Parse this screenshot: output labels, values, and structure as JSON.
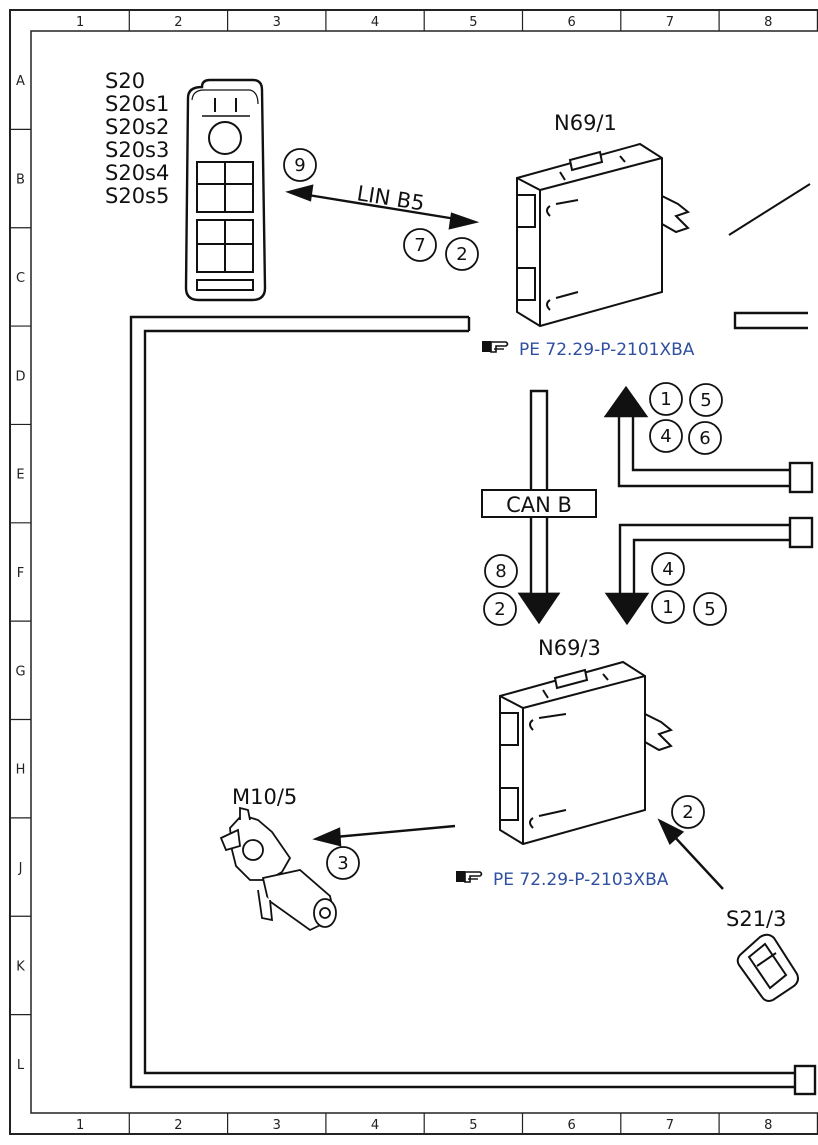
{
  "grid": {
    "columns": [
      "1",
      "2",
      "3",
      "4",
      "5",
      "6",
      "7",
      "8"
    ],
    "rows": [
      "A",
      "B",
      "C",
      "D",
      "E",
      "F",
      "G",
      "H",
      "J",
      "K",
      "L"
    ]
  },
  "components": {
    "s20_group": [
      "S20",
      "S20s1",
      "S20s2",
      "S20s3",
      "S20s4",
      "S20s5"
    ],
    "n69_1": "N69/1",
    "n69_3": "N69/3",
    "m10_5": "M10/5",
    "s21_3": "S21/3"
  },
  "buses": {
    "lin": "LIN B5",
    "can": "CAN B"
  },
  "references": {
    "n69_1_ref": "PE 72.29-P-2101XBA",
    "n69_3_ref": "PE 72.29-P-2103XBA"
  },
  "steps": {
    "s9": "9",
    "s7": "7",
    "s2_lin": "2",
    "s1_top": "1",
    "s5_top": "5",
    "s4_top": "4",
    "s6_top": "6",
    "s8": "8",
    "s2_can": "2",
    "s4_mid": "4",
    "s1_mid": "1",
    "s5_mid": "5",
    "s3": "3",
    "s2_s21": "2"
  },
  "icons": {
    "reference": "pointing-hand-icon"
  },
  "colors": {
    "line": "#111111",
    "link": "#2f4fa0",
    "background": "#ffffff"
  }
}
